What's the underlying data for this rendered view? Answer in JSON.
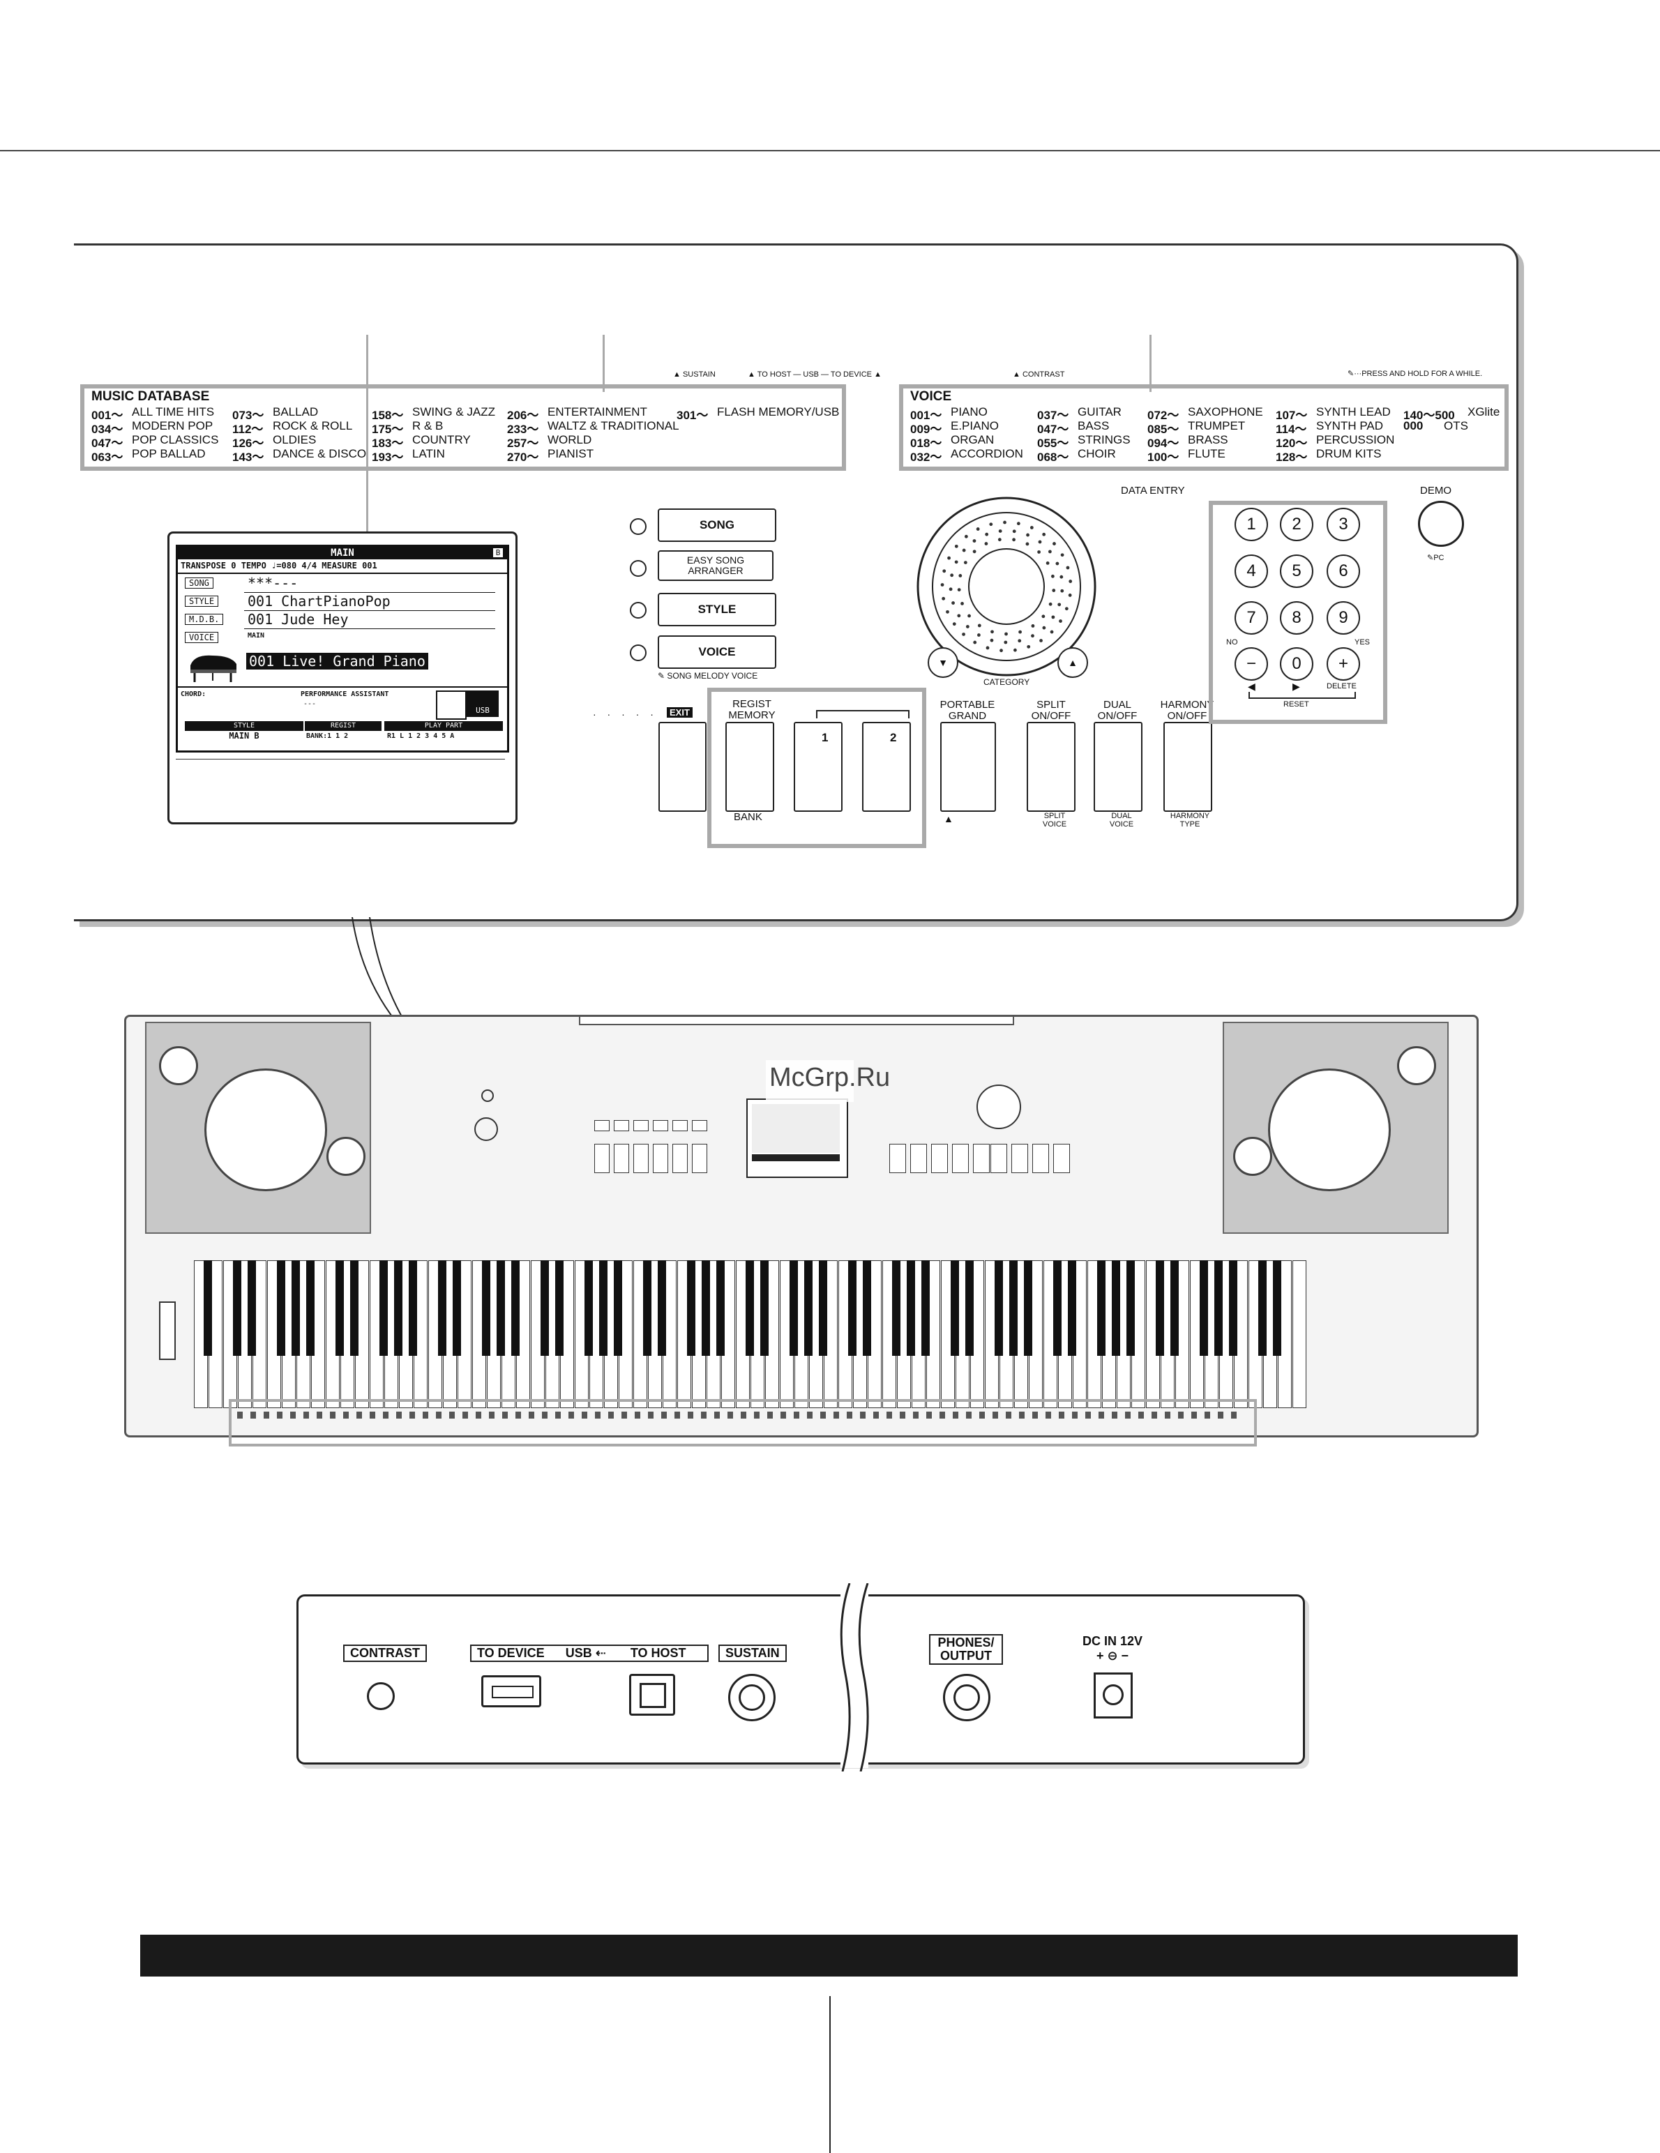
{
  "callout_labels": {
    "sustain": "SUSTAIN",
    "to_host": "TO HOST",
    "usb": "USB",
    "to_device": "TO DEVICE",
    "contrast": "CONTRAST",
    "press_hold": "···PRESS AND HOLD FOR A WHILE."
  },
  "music_database": {
    "title": "MUSIC DATABASE",
    "columns": [
      [
        {
          "num": "001～",
          "name": "ALL TIME HITS"
        },
        {
          "num": "034～",
          "name": "MODERN POP"
        },
        {
          "num": "047～",
          "name": "POP CLASSICS"
        },
        {
          "num": "063～",
          "name": "POP BALLAD"
        }
      ],
      [
        {
          "num": "073～",
          "name": "BALLAD"
        },
        {
          "num": "112～",
          "name": "ROCK & ROLL"
        },
        {
          "num": "126～",
          "name": "OLDIES"
        },
        {
          "num": "143～",
          "name": "DANCE & DISCO"
        }
      ],
      [
        {
          "num": "158～",
          "name": "SWING & JAZZ"
        },
        {
          "num": "175～",
          "name": "R & B"
        },
        {
          "num": "183～",
          "name": "COUNTRY"
        },
        {
          "num": "193～",
          "name": "LATIN"
        }
      ],
      [
        {
          "num": "206～",
          "name": "ENTERTAINMENT"
        },
        {
          "num": "233～",
          "name": "WALTZ & TRADITIONAL"
        },
        {
          "num": "257～",
          "name": "WORLD"
        },
        {
          "num": "270～",
          "name": "PIANIST"
        }
      ],
      [
        {
          "num": "301～",
          "name": "FLASH MEMORY/USB"
        }
      ]
    ]
  },
  "voice_list": {
    "title": "VOICE",
    "columns": [
      [
        {
          "num": "001～",
          "name": "PIANO"
        },
        {
          "num": "009～",
          "name": "E.PIANO"
        },
        {
          "num": "018～",
          "name": "ORGAN"
        },
        {
          "num": "032～",
          "name": "ACCORDION"
        }
      ],
      [
        {
          "num": "037～",
          "name": "GUITAR"
        },
        {
          "num": "047～",
          "name": "BASS"
        },
        {
          "num": "055～",
          "name": "STRINGS"
        },
        {
          "num": "068～",
          "name": "CHOIR"
        }
      ],
      [
        {
          "num": "072～",
          "name": "SAXOPHONE"
        },
        {
          "num": "085～",
          "name": "TRUMPET"
        },
        {
          "num": "094～",
          "name": "BRASS"
        },
        {
          "num": "100～",
          "name": "FLUTE"
        }
      ],
      [
        {
          "num": "107～",
          "name": "SYNTH LEAD"
        },
        {
          "num": "114～",
          "name": "SYNTH PAD"
        },
        {
          "num": "120～",
          "name": "PERCUSSION"
        },
        {
          "num": "128～",
          "name": "DRUM KITS"
        }
      ],
      [
        {
          "num": "140～500",
          "name": "XGlite"
        },
        {
          "num": "000",
          "name": "OTS"
        }
      ]
    ]
  },
  "lcd": {
    "header": "MAIN",
    "header_badge": "B",
    "status_line": "TRANSPOSE  0   TEMPO  ♩=080   4/4   MEASURE  001",
    "song_tag": "SONG",
    "song_value": "***---",
    "style_tag": "STYLE",
    "style_value": "001 ChartPianoPop",
    "mdb_tag": "M.D.B.",
    "mdb_value": "001 Jude Hey",
    "voice_tag": "VOICE",
    "voice_sub": "MAIN",
    "voice_value": "001 Live! Grand Piano",
    "chord_label": "CHORD:",
    "perf_assistant": "PERFORMANCE ASSISTANT",
    "perf_value": "---",
    "style_foot_label": "STYLE",
    "style_foot_value": "MAIN B",
    "regist_label": "REGIST",
    "regist_value": "BANK:1   1  2",
    "playpart_label": "PLAY PART",
    "playpart_value": "R1 L  1 2 3 4 5 A",
    "usb_label": "USB"
  },
  "mode_buttons": [
    {
      "label": "SONG"
    },
    {
      "label": "EASY SONG ARRANGER"
    },
    {
      "label": "STYLE"
    },
    {
      "label": "VOICE"
    }
  ],
  "mode_buttons_note": "SONG MELODY VOICE",
  "exit_label": "EXIT",
  "regist": {
    "title": "REGIST MEMORY",
    "btn1": "1",
    "btn2": "2",
    "bank": "BANK"
  },
  "panel_buttons": [
    {
      "label": "PORTABLE GRAND",
      "sub": ""
    },
    {
      "label": "SPLIT ON/OFF",
      "sub": "SPLIT VOICE"
    },
    {
      "label": "DUAL ON/OFF",
      "sub": "DUAL VOICE"
    },
    {
      "label": "HARMONY ON/OFF",
      "sub": "HARMONY TYPE"
    }
  ],
  "data_entry": {
    "title": "DATA ENTRY",
    "category": "CATEGORY",
    "keys": [
      "1",
      "2",
      "3",
      "4",
      "5",
      "6",
      "7",
      "8",
      "9",
      "−",
      "0",
      "+"
    ],
    "no": "NO",
    "yes": "YES",
    "delete": "DELETE",
    "reset": "RESET"
  },
  "demo": {
    "label": "DEMO",
    "sub": "PC"
  },
  "overlay_logo": "McGrp.Ru",
  "rear_panel": {
    "contrast": "CONTRAST",
    "to_device": "TO DEVICE",
    "usb": "USB",
    "to_host": "TO HOST",
    "sustain": "SUSTAIN",
    "phones": "PHONES/ OUTPUT",
    "dc_in": "DC IN 12V"
  }
}
